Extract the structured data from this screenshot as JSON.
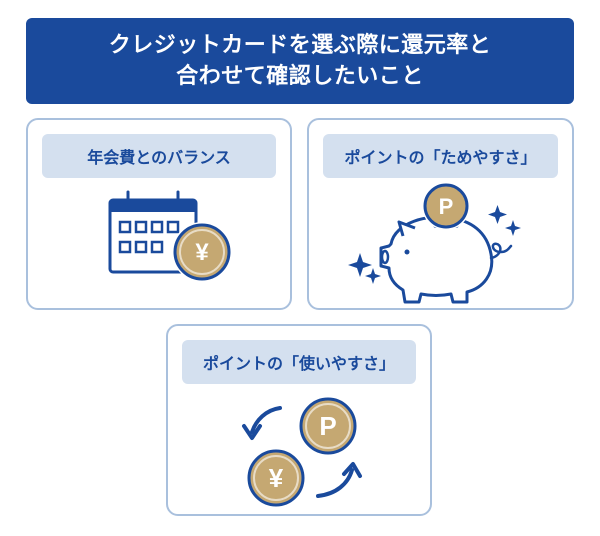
{
  "header": {
    "title": "クレジットカードを選ぶ際に還元率と\n合わせて確認したいこと"
  },
  "cards": [
    {
      "label": "年会費とのバランス"
    },
    {
      "label": "ポイントの「ためやすさ」"
    },
    {
      "label": "ポイントの「使いやすさ」"
    }
  ],
  "icons": {
    "yen_symbol": "¥",
    "point_symbol": "P"
  },
  "colors": {
    "navy": "#1a4a9c",
    "label_bg": "#d4e0ef",
    "card_border": "#a9c0dd",
    "coin_gold": "#c5a872"
  }
}
